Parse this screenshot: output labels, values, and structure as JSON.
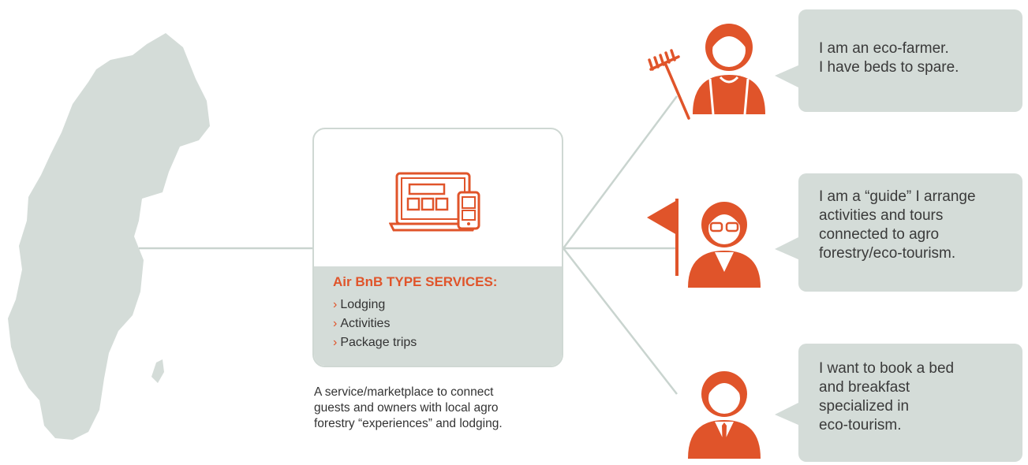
{
  "colors": {
    "accent": "#e0542a",
    "panel": "#d4dcd8",
    "line": "#c9d4cf",
    "map": "#d4dcd8"
  },
  "hub": {
    "icon": "laptop-phone-icon",
    "title": "Air BnB TYPE SERVICES:",
    "items": [
      "Lodging",
      "Activities",
      "Package trips"
    ],
    "bullet": "›"
  },
  "caption": {
    "lines": [
      "A service/marketplace to connect",
      "guests and owners with local agro",
      "forestry “experiences” and lodging."
    ]
  },
  "personas": [
    {
      "icon": "farmer-icon",
      "prop_icon": "rake-icon",
      "lines": [
        "I am an eco-farmer.",
        "I have beds to spare."
      ]
    },
    {
      "icon": "guide-icon",
      "prop_icon": "flag-icon",
      "lines": [
        "I am a “guide” I arrange",
        "activities and tours",
        "connected to agro",
        "forestry/eco-tourism."
      ]
    },
    {
      "icon": "guest-icon",
      "prop_icon": "",
      "lines": [
        "I want to book a bed",
        "and breakfast",
        "specialized in",
        "eco-tourism."
      ]
    }
  ]
}
